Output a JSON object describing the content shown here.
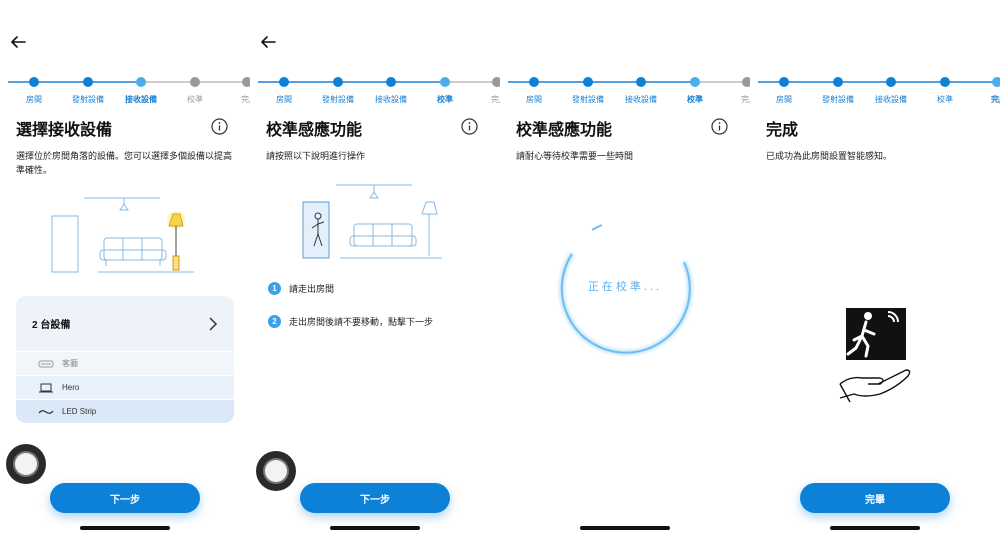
{
  "accent_color": "#0d80d8",
  "step_labels": [
    "房間",
    "發射設備",
    "接收設備",
    "校準",
    "完成"
  ],
  "screens": [
    {
      "title": "選擇接收設備",
      "subtitle": "選擇位於房間角落的設備。您可以選擇多個設備以提高準確性。",
      "device_group": {
        "header": "2 台設備",
        "items": [
          {
            "label": "客廳",
            "icon": "sofa-icon"
          },
          {
            "label": "Hero",
            "icon": "laptop-icon"
          },
          {
            "label": "LED Strip",
            "icon": "wave-icon"
          }
        ]
      },
      "button_label": "下一步"
    },
    {
      "title": "校準感應功能",
      "subtitle": "請按照以下說明進行操作",
      "instructions": [
        {
          "num": "1",
          "text": "請走出房間"
        },
        {
          "num": "2",
          "text": "走出房間後請不要移動，點擊下一步"
        }
      ],
      "button_label": "下一步"
    },
    {
      "title": "校準感應功能",
      "subtitle": "請耐心等待校準需要一些時間",
      "progress_text": "正在校準..."
    },
    {
      "title": "完成",
      "subtitle": "已成功為此房間設置智能感知。",
      "button_label": "完畢"
    }
  ]
}
